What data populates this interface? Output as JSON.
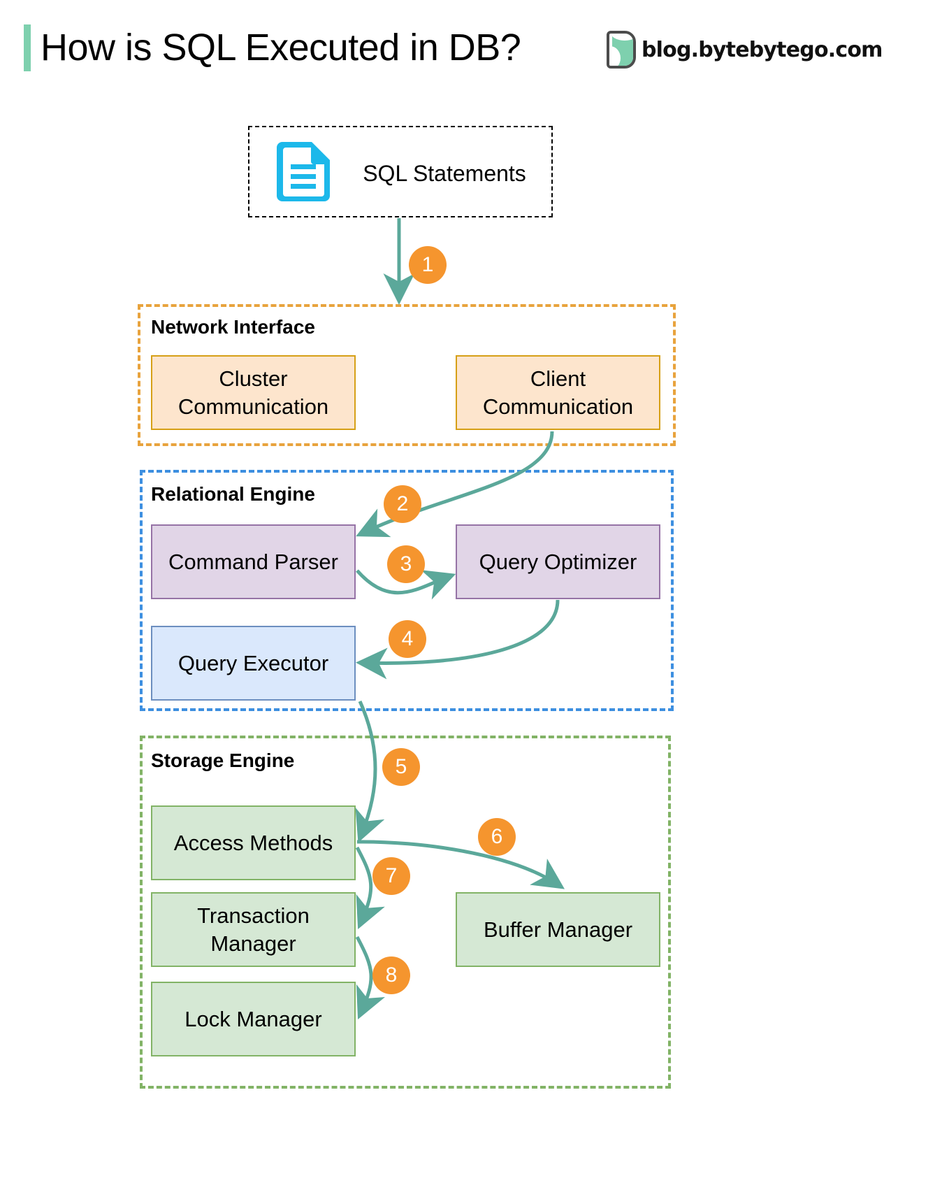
{
  "header": {
    "title": "How is SQL Executed in DB?",
    "brand_text": "blog.bytebytego.com",
    "accent_color": "#7ED0AE"
  },
  "source": {
    "label": "SQL Statements",
    "icon": "document-icon",
    "icon_color": "#1CB8EA",
    "border_style": "black-dashed"
  },
  "groups": [
    {
      "id": "network-interface",
      "label": "Network Interface",
      "border_color": "#E8A33D",
      "nodes": [
        {
          "id": "cluster-communication",
          "label": "Cluster\nCommunication",
          "fill": "#FDE5CD",
          "stroke": "#D6A017"
        },
        {
          "id": "client-communication",
          "label": "Client\nCommunication",
          "fill": "#FDE5CD",
          "stroke": "#D6A017"
        }
      ]
    },
    {
      "id": "relational-engine",
      "label": "Relational Engine",
      "border_color": "#3D8FE0",
      "nodes": [
        {
          "id": "command-parser",
          "label": "Command Parser",
          "fill": "#E1D5E7",
          "stroke": "#9673A6"
        },
        {
          "id": "query-optimizer",
          "label": "Query Optimizer",
          "fill": "#E1D5E7",
          "stroke": "#9673A6"
        },
        {
          "id": "query-executor",
          "label": "Query Executor",
          "fill": "#DAE8FC",
          "stroke": "#6C8EBF"
        }
      ]
    },
    {
      "id": "storage-engine",
      "label": "Storage Engine",
      "border_color": "#82B366",
      "nodes": [
        {
          "id": "access-methods",
          "label": "Access Methods",
          "fill": "#D5E8D4",
          "stroke": "#82B366"
        },
        {
          "id": "transaction-manager",
          "label": "Transaction\nManager",
          "fill": "#D5E8D4",
          "stroke": "#82B366"
        },
        {
          "id": "lock-manager",
          "label": "Lock Manager",
          "fill": "#D5E8D4",
          "stroke": "#82B366"
        },
        {
          "id": "buffer-manager",
          "label": "Buffer Manager",
          "fill": "#D5E8D4",
          "stroke": "#82B366"
        }
      ]
    }
  ],
  "steps": [
    {
      "n": "1",
      "from": "SQL Statements",
      "to": "Network Interface"
    },
    {
      "n": "2",
      "from": "Client Communication",
      "to": "Command Parser"
    },
    {
      "n": "3",
      "from": "Command Parser",
      "to": "Query Optimizer"
    },
    {
      "n": "4",
      "from": "Query Optimizer",
      "to": "Query Executor"
    },
    {
      "n": "5",
      "from": "Query Executor",
      "to": "Access Methods"
    },
    {
      "n": "6",
      "from": "Access Methods",
      "to": "Buffer Manager"
    },
    {
      "n": "7",
      "from": "Access Methods",
      "to": "Transaction Manager"
    },
    {
      "n": "8",
      "from": "Transaction Manager",
      "to": "Lock Manager"
    }
  ],
  "colors": {
    "arrow": "#5BA89A",
    "badge": "#F5952E",
    "badge_text": "#FFFFFF"
  }
}
